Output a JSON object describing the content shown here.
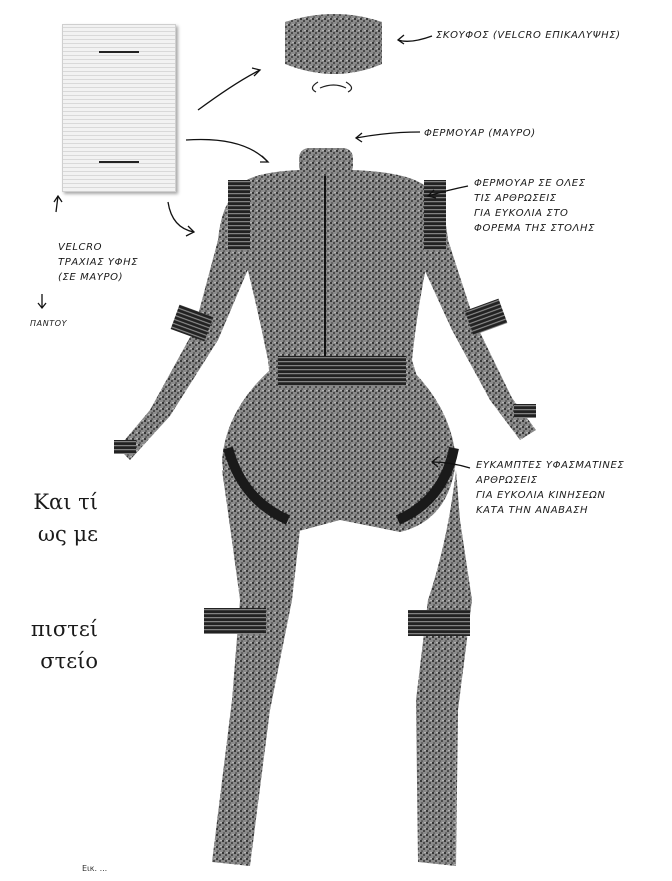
{
  "annotations": {
    "hood": "ΣΚΟΥΦΟΣ (VELCRO ΕΠΙΚΑΛΥΨΗΣ)",
    "zipper": "ΦΕΡΜΟΥΑΡ (ΜΑΥΡΟ)",
    "joints_zipper": [
      "ΦΕΡΜΟΥΑΡ ΣΕ ΟΛΕΣ",
      "ΤΙΣ ΑΡΘΡΩΣΕΙΣ",
      "ΓΙΑ ΕΥΚΟΛΙΑ ΣΤΟ",
      "ΦΟΡΕΜΑ ΤΗΣ ΣΤΟΛΗΣ"
    ],
    "velcro": [
      "VELCRO",
      "ΤΡΑΧΙΑΣ ΥΦΗΣ",
      "(ΣΕ ΜΑΥΡΟ)"
    ],
    "everywhere": "ΠΑΝΤΟΥ",
    "flexible": [
      "ΕΥΚΑΜΠΤΕΣ ΥΦΑΣΜΑΤΙΝΕΣ",
      "ΑΡΘΡΩΣΕΙΣ",
      "ΓΙΑ ΕΥΚΟΛΙΑ ΚΙΝΗΣΕΩΝ",
      "ΚΑΤΑ ΤΗΝ ΑΝΑΒΑΣΗ"
    ]
  },
  "body_text_fragments": [
    "Και τί",
    "ως με",
    "πιστεί",
    "στείο"
  ],
  "footer_text": "Εικ. ..."
}
